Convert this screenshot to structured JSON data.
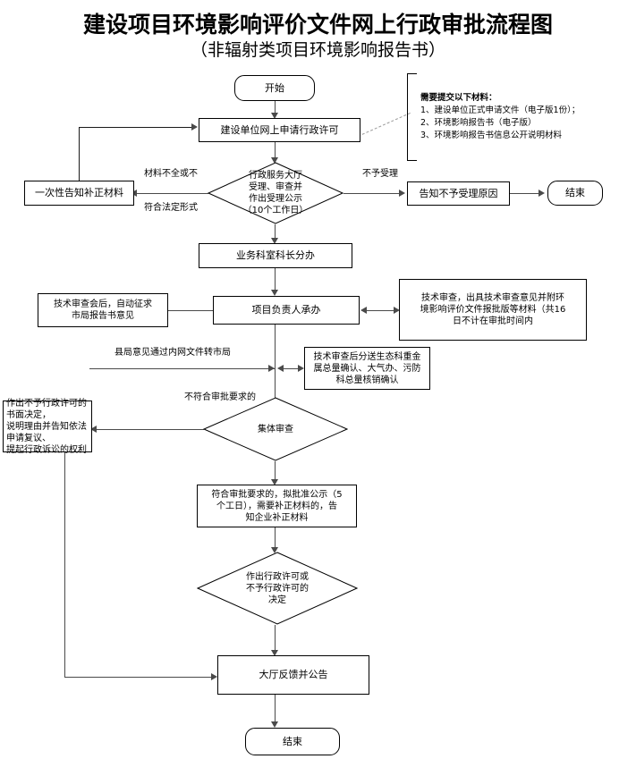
{
  "title": {
    "main": "建设项目环境影响评价文件网上行政审批流程图",
    "sub": "（非辐射类项目环境影响报告书）"
  },
  "note": {
    "heading": "需要提交以下材料：",
    "lines": [
      "1、建设单位正式申请文件（电子版1份）；",
      "2、环境影响报告书（电子版）",
      "3、环境影响报告书信息公开说明材料"
    ]
  },
  "nodes": {
    "start": "开始",
    "apply": "建设单位网上申请行政许可",
    "hall_review": "行政服务大厅\n受理、审查并\n作出受理公示\n（10个工作日）",
    "one_time_notice": "一次性告知补正材料",
    "inform_reject_reason": "告知不予受理原因",
    "end_top": "结束",
    "section_chief": "业务科室科长分办",
    "project_leader": "项目负责人承办",
    "auto_solicit": "技术审查会后，自动征求\n市局报告书意见",
    "tech_review": "技术审查，出具技术审查意见并附环\n境影响评价文件报批版等材料（共16\n日不计在审批时间内",
    "distribute": "技术审查后分送生态科重金\n属总量确认、大气办、污防\n科总量核销确认",
    "collective_review": "集体审查",
    "written_refusal": "作出不予行政许可的书面决定，\n说明理由并告知依法申请复议、\n提起行政诉讼的权利",
    "approve_publicity": "符合审批要求的，拟批准公示（5\n个工日），需要补正材料的，告\n知企业补正材料",
    "final_decision": "作出行政许可或\n不予行政许可的\n决定",
    "hall_feedback": "大厅反馈并公告",
    "end_bottom": "结束"
  },
  "edge_labels": {
    "incomplete_1": "材料不全或不",
    "incomplete_2": "符合法定形式",
    "not_accepted": "不予受理",
    "county_to_city": "县局意见通过内网文件转市局",
    "not_meet_requirements": "不符合审批要求的"
  },
  "colors": {
    "line": "#4a4a4a",
    "border": "#000000",
    "background": "#ffffff",
    "dashed": "#9a9a9a"
  }
}
